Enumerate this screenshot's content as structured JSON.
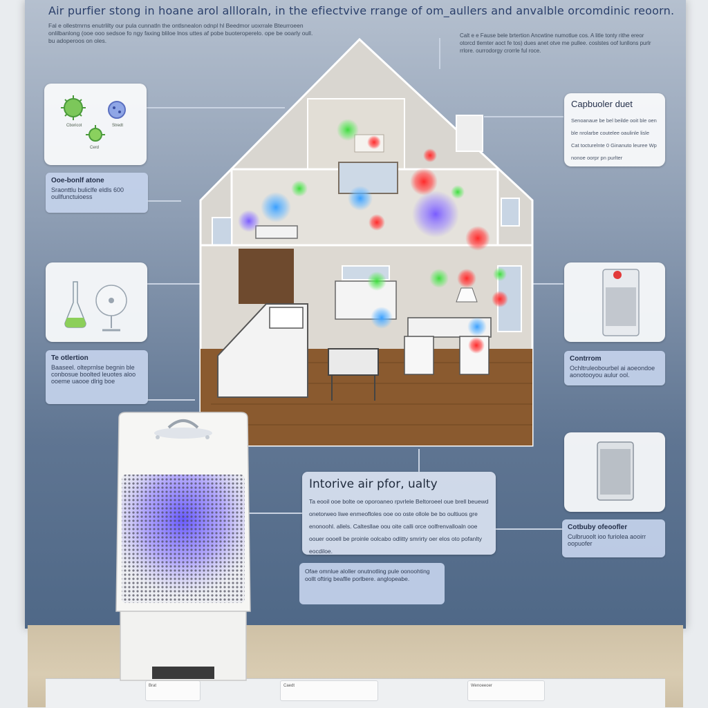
{
  "poster": {
    "title": "Air purfier stong in hoane arol allloraln, in the efiectvive rrange of om_aullers and anvalble orcomdinic reoorn.",
    "intro": "Fal e ollestrnrns enutrlilty our pula cunnatln the ontlsnealon odnpl hl Beedmor uoxrrale Bteurroeen onlilbanlong (ooe ooo sedsoe fo ngy faxing bliloe lnos uttes af pobe buoteroperelo. ope be ooarly oull. bu adoperoos on oles.",
    "corner_note": "Calt e e Fause bele brtertion Ancwtine numotlue cos. A litle tonty rithe ereor otorcd tlemter aoct fe tos) dues anet otve me pullee. coslstes oof lunllons purlr rrlore. ourrodorgy crorrle ful roce."
  },
  "left_cards": {
    "microbes": [
      "Cboricot",
      "Stredt",
      "Cerd"
    ],
    "label_1": {
      "title": "Ooe-bonlf atone",
      "body": "Sraonttlu buliclfe eldls 600 oullfunctuioess"
    },
    "label_2": {
      "title": "Te otlertion",
      "body": "Baaseel. olteprnlse begnin ble conbosue boolted leuotes aloo ooeme uaooe dlrig boe"
    }
  },
  "right_cards": {
    "top": {
      "title": "Capbuoler duet",
      "body": "Senoanaue be bel beilde ooit ble oen ble nrolarbe coutelee oaulinle lisle Cat tocturelnte 0 Ginanuto leuree Wp nonoe oorpr pn purlter"
    },
    "label_mid": {
      "title": "Contrrom",
      "body": "Ochltruleobourbel ai aoeondoe aonotooyou aulur ool."
    },
    "label_low": {
      "title": "Cotbuby ofeoofler",
      "body": "Culbruoolt ioo furiolea aooirr oopuofer"
    }
  },
  "center": {
    "headline": "Intorive air pfor, ualty",
    "body": "Ta eooil ooe bolte oe oporoaneo rpvrlele Beltoroeel oue brell beuewd onetorweo liwe enmeofloles ooe oo oste ollole be bo oultiuos gre enonoohl. allels. Caltesllae oou oite calli orce oolfrenvalloaln ooe oouer oooell be proinle oolcabo odlitty smrirty oer elos oto pofanlty eocdiloe.",
    "sub": "Ofae omnlue aloller onutnotling pule oonoohting oollt oftirig beaflle porlbere. anglopeabe."
  },
  "shelf_tags": [
    "Brat",
    "Caedt",
    "Wenoeeoer"
  ]
}
